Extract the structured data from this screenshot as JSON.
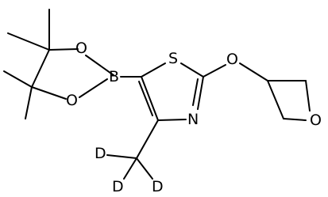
{
  "molecule": {
    "atoms": {
      "S": "S",
      "O_ether": "O",
      "N": "N",
      "B": "B",
      "O_boronate_top": "O",
      "O_boronate_bottom": "O",
      "O_oxetane": "O",
      "D1": "D",
      "D2": "D",
      "D3": "D"
    }
  }
}
